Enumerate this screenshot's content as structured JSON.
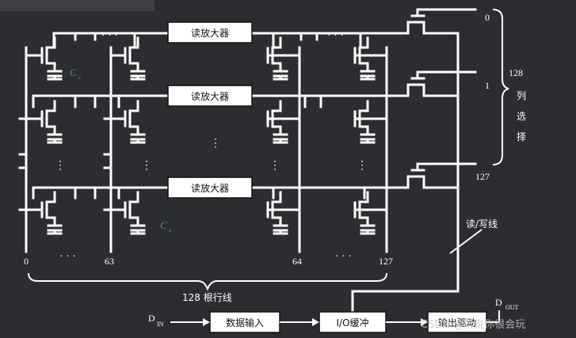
{
  "blocks": {
    "sense_amp": "读放大器",
    "data_input": "数据输入",
    "io_buffer": "I/O缓冲",
    "output_driver": "输出驱动"
  },
  "labels": {
    "col_0": "0",
    "col_1": "1",
    "col_127": "127",
    "col_count": "128",
    "col_select": [
      "列",
      "选",
      "择"
    ],
    "row_0": "0",
    "row_63": "63",
    "row_64": "64",
    "row_127": "127",
    "row_lines": "128 根行线",
    "rw_line": "读/写线",
    "din": "D",
    "din_sub": "IN",
    "dout": "D",
    "dout_sub": "OUT",
    "cs": "C",
    "cs_sub": "s",
    "ellipsis_h": "· · ·",
    "ellipsis_v": "⋮"
  },
  "watermark": "CSDN @听说你很会玩",
  "colors": {
    "background": "#2b2d31",
    "wire": "#ffffff",
    "capacitor_label": "#4a86c8"
  }
}
